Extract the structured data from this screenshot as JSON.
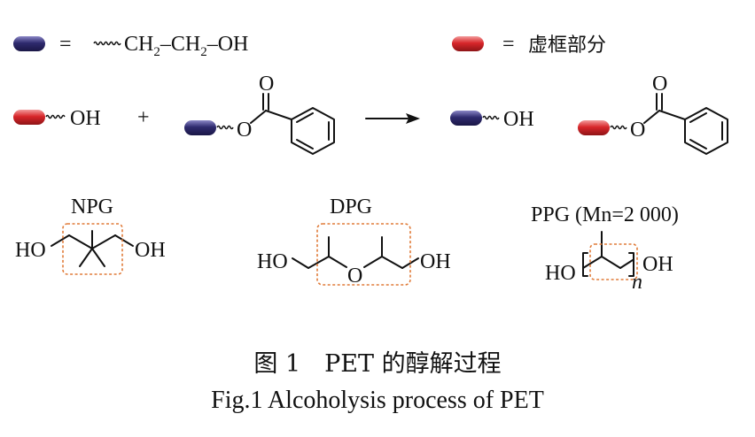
{
  "colors": {
    "blue_capsule": "#2e2a6e",
    "red_capsule": "#d8262a",
    "dashed_box": "#e07b39"
  },
  "legend": {
    "blue_equals": "=",
    "blue_formula": {
      "p1": "CH",
      "s1": "2",
      "p2": "–CH",
      "s2": "2",
      "p3": "–OH"
    },
    "red_equals": "=",
    "red_meaning": "虚框部分"
  },
  "reaction": {
    "reactant1_group": "OH",
    "plus": "+",
    "reactant2_o": "O",
    "reactant2_carbonyl": "O",
    "product1_group": "OH",
    "product2_o": "O",
    "product2_carbonyl": "O"
  },
  "npg": {
    "name": "NPG",
    "left_group": "HO",
    "right_group": "OH"
  },
  "dpg": {
    "name": "DPG",
    "left_group": "HO",
    "right_group": "OH",
    "ether_o": "O"
  },
  "ppg": {
    "name": "PPG (Mn=2 000)",
    "left_group": "HO",
    "right_group": "OH",
    "repeat": "n"
  },
  "caption": {
    "zh": "图 1　PET 的醇解过程",
    "en": "Fig.1 Alcoholysis process of PET"
  }
}
